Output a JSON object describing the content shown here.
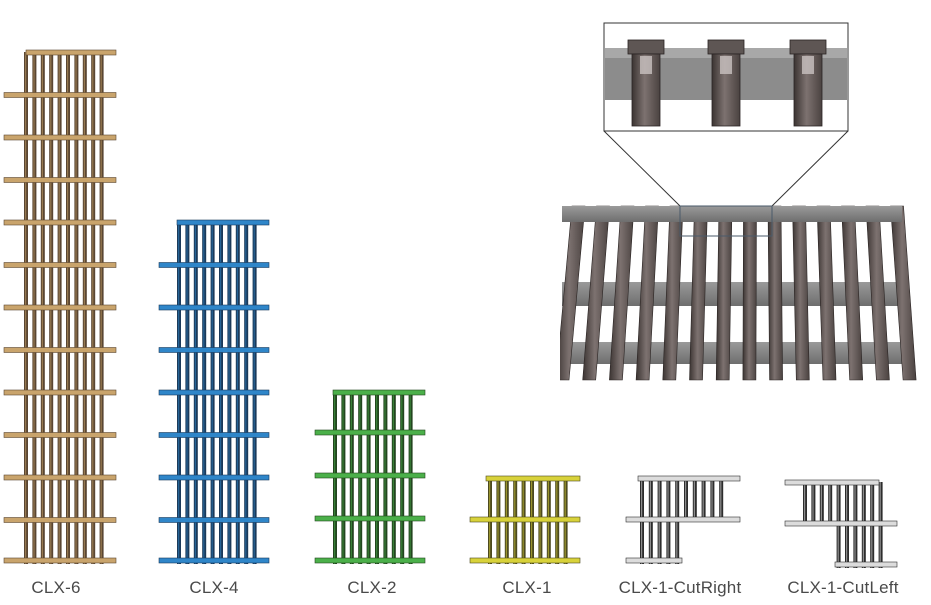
{
  "modules": [
    {
      "label": "CLX-6",
      "color": "#c9a46c",
      "dark": "#5a4632"
    },
    {
      "label": "CLX-4",
      "color": "#2f86c9",
      "dark": "#1b3a5a"
    },
    {
      "label": "CLX-2",
      "color": "#4bb04a",
      "dark": "#23461f"
    },
    {
      "label": "CLX-1",
      "color": "#d8d23a",
      "dark": "#4c4a1f"
    },
    {
      "label": "CLX-1-CutRight",
      "color": "#dcdcdc",
      "dark": "#2d2d2d"
    },
    {
      "label": "CLX-1-CutLeft",
      "color": "#dcdcdc",
      "dark": "#2d2d2d"
    }
  ]
}
